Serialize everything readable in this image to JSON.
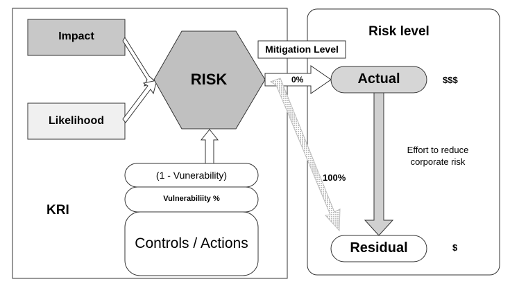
{
  "left_box": {
    "label": "KRI"
  },
  "right_box": {
    "title": "Risk level"
  },
  "inputs": {
    "impact": "Impact",
    "likelihood": "Likelihood"
  },
  "risk": {
    "label": "RISK"
  },
  "mitigation": {
    "label": "Mitigation Level",
    "low_pct": "0%",
    "high_pct": "100%"
  },
  "stack": {
    "one_minus_vulnerability": "(1 - Vunerability)",
    "vulnerability_pct": "Vulnerabiliity %",
    "controls": "Controls / Actions"
  },
  "levels": {
    "actual": "Actual",
    "actual_cost": "$$$",
    "residual": "Residual",
    "residual_cost": "$"
  },
  "effort": {
    "line1": "Effort to reduce",
    "line2": "corporate risk"
  },
  "colors": {
    "impact_fill": "#c8c8c8",
    "likelihood_fill": "#f0f0f0",
    "risk_fill": "#c0c0c0",
    "actual_fill": "#d6d6d6",
    "dashed_arrow": "#cfcfcf",
    "down_arrow": "#d0d0d0",
    "border": "#333333"
  }
}
